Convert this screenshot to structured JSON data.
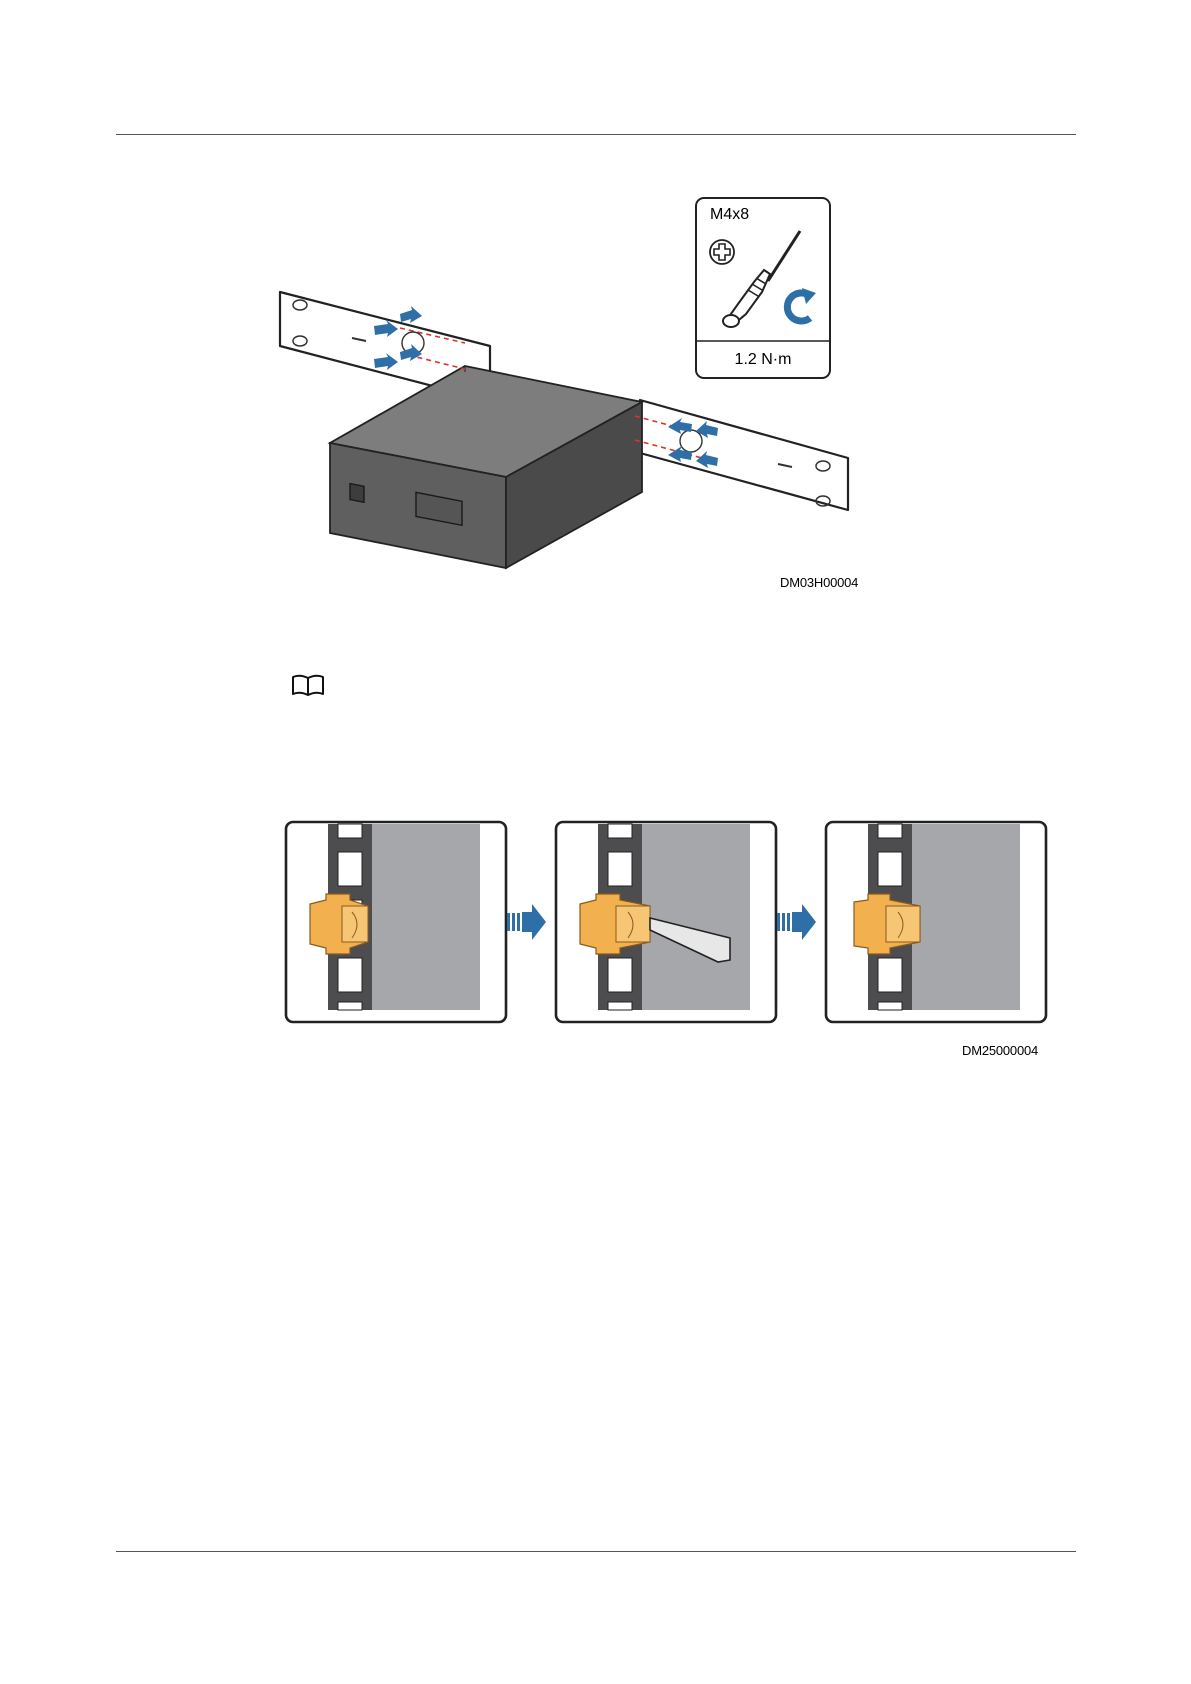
{
  "figure1": {
    "id_label": "DM03H00004",
    "screw_spec": "M4x8",
    "torque": "1.2 N·m",
    "icons": [
      "phillips-screw-icon",
      "torque-screwdriver-icon",
      "clockwise-rotate-icon"
    ]
  },
  "note": {
    "icon": "book-icon"
  },
  "figure2": {
    "id_label": "DM25000004",
    "steps": [
      "floating-nut-step-1",
      "floating-nut-step-2",
      "floating-nut-step-3"
    ]
  },
  "colors": {
    "rule": "#555555",
    "device_top": "#7d7d7d",
    "device_front": "#5f5f5f",
    "device_side": "#4a4a4a",
    "arrow_blue": "#2f6fa8",
    "guide_red": "#d9342b",
    "rail_gray": "#a6a7aa",
    "rail_dark": "#4d4d4f",
    "nut_orange": "#f3b04e"
  }
}
